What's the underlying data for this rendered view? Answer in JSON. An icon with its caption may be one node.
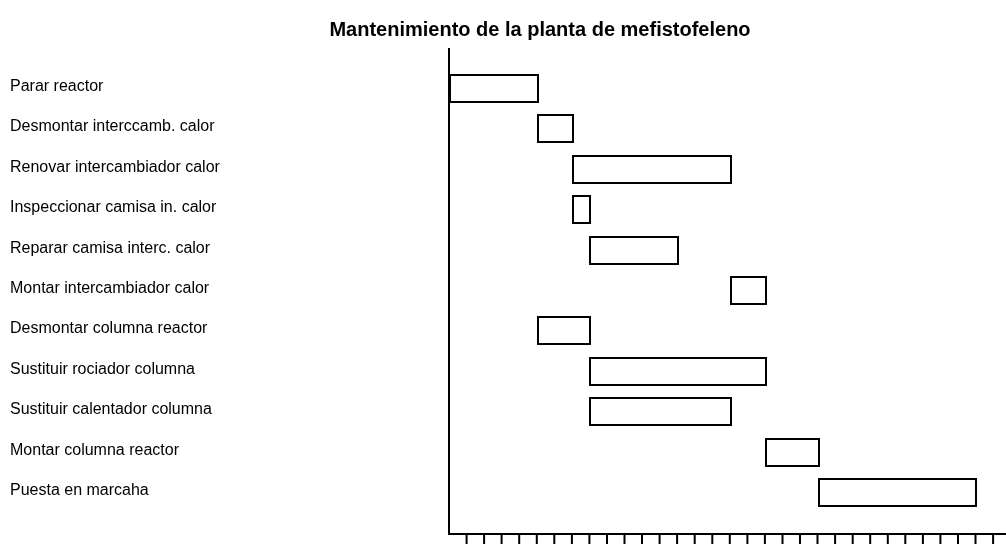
{
  "diagram": {
    "title": "Mantenimiento de la planta de mefistofeleno",
    "nodes": [
      {
        "text": [],
        "shape": "bar"
      },
      {
        "text": [],
        "shape": "bar"
      },
      {
        "text": [],
        "shape": "bar"
      },
      {
        "text": [],
        "shape": "bar"
      },
      {
        "text": [],
        "shape": "bar"
      },
      {
        "text": [],
        "shape": "bar"
      },
      {
        "text": [],
        "shape": "bar"
      },
      {
        "text": [],
        "shape": "bar"
      },
      {
        "text": [],
        "shape": "bar"
      },
      {
        "text": [],
        "shape": "bar"
      },
      {
        "text": [],
        "shape": "bar"
      }
    ],
    "labels": [
      "Parar reactor",
      "Desmontar interccamb. calor",
      "Renovar intercambiador calor",
      "Inspeccionar camisa in. calor",
      "Reparar camisa interc. calor",
      "Montar intercambiador calor",
      "Desmontar columna reactor",
      "Sustituir rociador columna",
      "Sustituir calentador columna",
      "Montar columna reactor",
      "Puesta en marcaha"
    ]
  }
}
